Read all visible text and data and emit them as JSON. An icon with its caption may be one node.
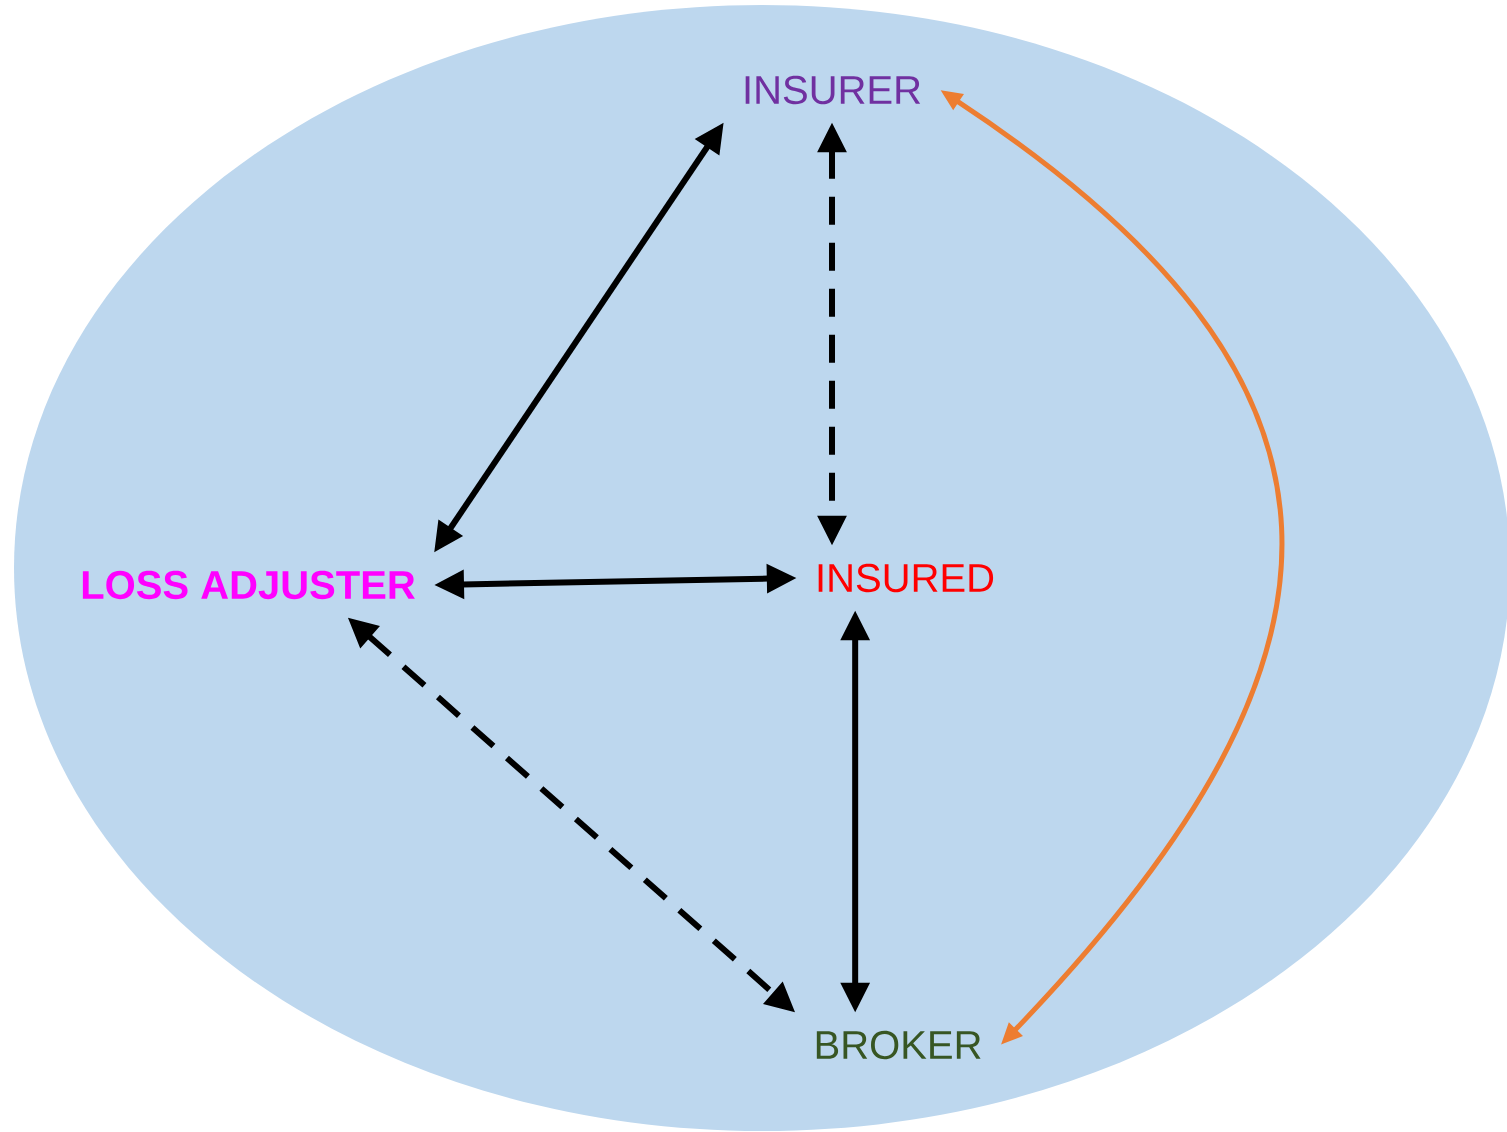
{
  "diagram": {
    "nodes": [
      {
        "text": [
          "INSURER"
        ]
      },
      {
        "text": [
          "LOSS ADJUSTER"
        ]
      },
      {
        "text": [
          "INSURED"
        ]
      },
      {
        "text": [
          "BROKER"
        ]
      }
    ],
    "edges": [
      {
        "from": 1,
        "to": 0,
        "arrow": "both"
      },
      {
        "from": 0,
        "to": 2,
        "arrow": "both",
        "style": "dashed"
      },
      {
        "from": 1,
        "to": 2,
        "arrow": "both"
      },
      {
        "from": 1,
        "to": 3,
        "arrow": "both",
        "style": "dashed"
      },
      {
        "from": 2,
        "to": 3,
        "arrow": "both"
      },
      {
        "from": 0,
        "to": 3,
        "arrow": "both",
        "color": "#ed7d31"
      }
    ]
  }
}
